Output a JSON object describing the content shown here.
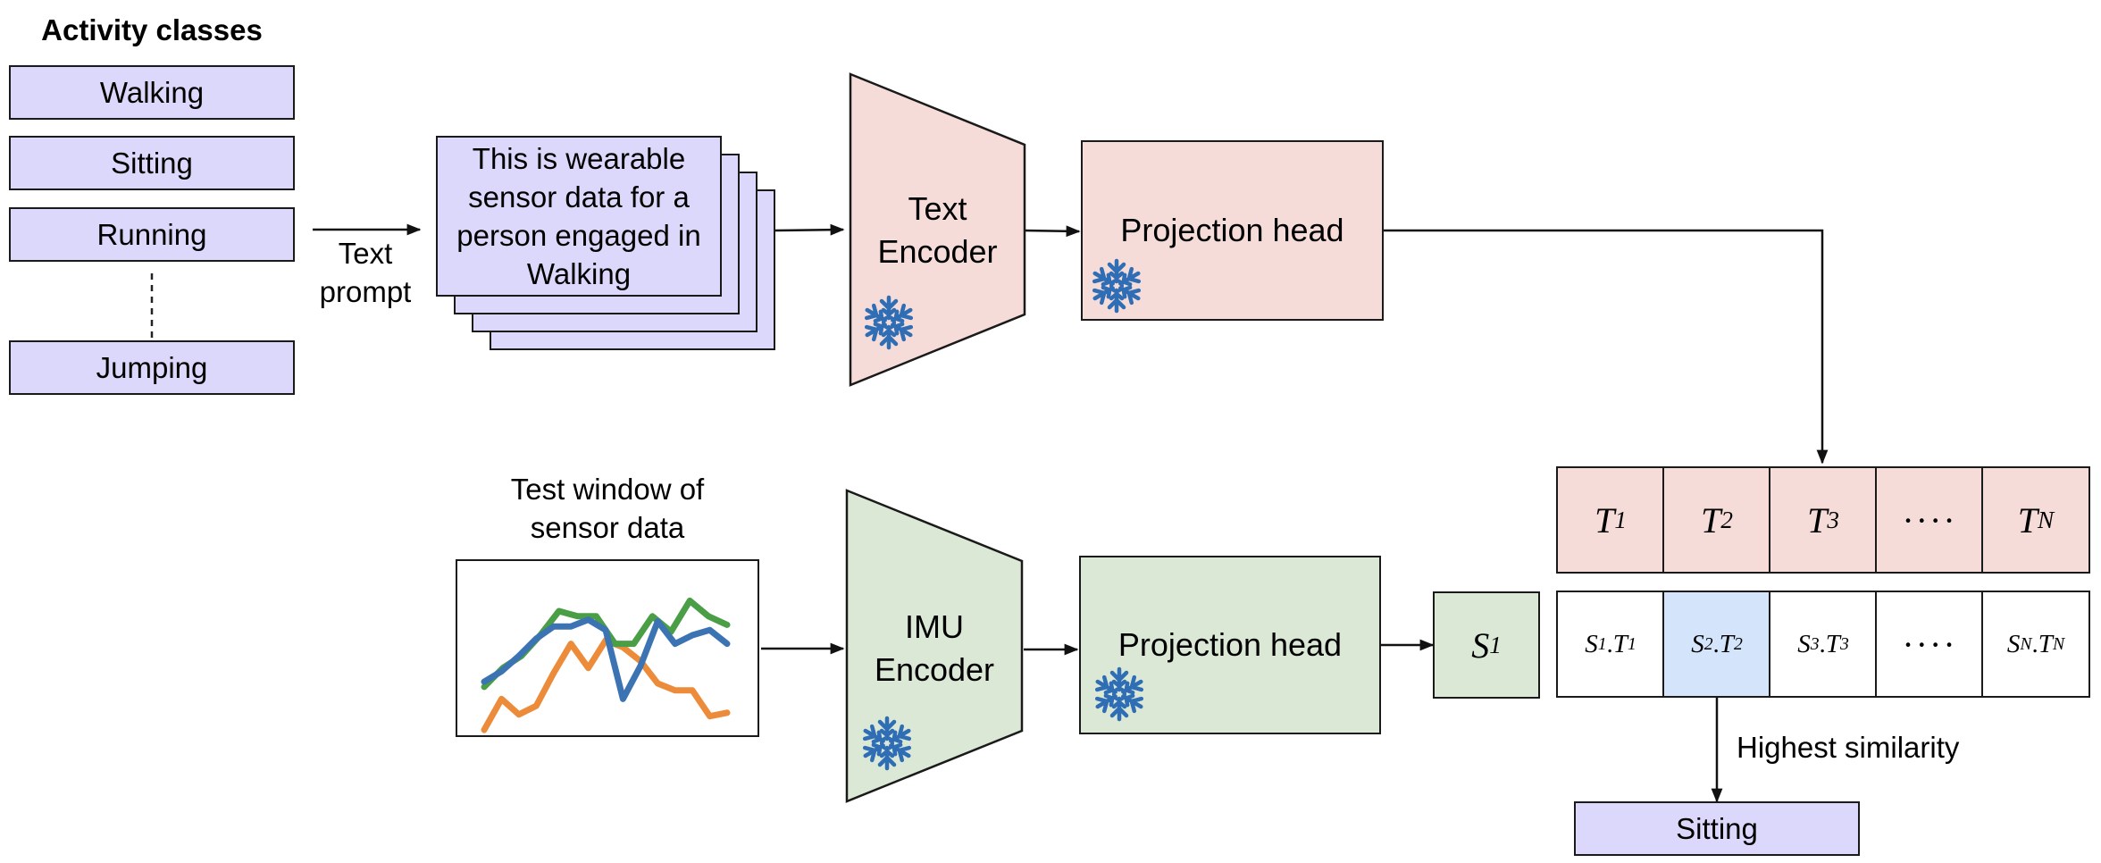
{
  "activity_classes": {
    "title": "Activity classes",
    "items": [
      "Walking",
      "Sitting",
      "Running",
      "Jumping"
    ]
  },
  "text_prompt_label": [
    "Text",
    "prompt"
  ],
  "prompt_card": [
    "This is wearable",
    "sensor data for a",
    "person engaged in",
    "Walking"
  ],
  "text_encoder": [
    "Text",
    "Encoder"
  ],
  "text_projection": "Projection head",
  "sensor_window_label": [
    "Test window of",
    "sensor data"
  ],
  "imu_encoder": [
    "IMU",
    "Encoder"
  ],
  "imu_projection": "Projection head",
  "sensor_embedding": {
    "symbol": "S",
    "index": "1"
  },
  "text_embeddings": [
    {
      "symbol": "T",
      "index": "1"
    },
    {
      "symbol": "T",
      "index": "2"
    },
    {
      "symbol": "T",
      "index": "3"
    },
    {
      "ellipsis": "····"
    },
    {
      "symbol": "T",
      "index": "N"
    }
  ],
  "similarity_row": [
    {
      "a": "S",
      "ai": "1",
      "b": "T",
      "bi": "1"
    },
    {
      "a": "S",
      "ai": "2",
      "b": "T",
      "bi": "2",
      "highlight": true
    },
    {
      "a": "S",
      "ai": "3",
      "b": "T",
      "bi": "3"
    },
    {
      "ellipsis": "····"
    },
    {
      "a": "S",
      "ai": "N",
      "b": "T",
      "bi": "N"
    }
  ],
  "highest_similarity_label": "Highest similarity",
  "prediction": "Sitting",
  "colors": {
    "class_box": "#dcd8fb",
    "text_branch": "#f5dcd9",
    "imu_branch": "#dbe8d6",
    "highlight_cell": "#d3e4fb",
    "frozen_icon": "#2f6db5",
    "signal_green": "#4a9e45",
    "signal_blue": "#3b73b3",
    "signal_orange": "#ec8b3a"
  },
  "icons": [
    "snowflake-icon"
  ],
  "sensor_signals": {
    "green": [
      0.73,
      0.62,
      0.55,
      0.43,
      0.29,
      0.32,
      0.32,
      0.48,
      0.48,
      0.32,
      0.41,
      0.23,
      0.32,
      0.37
    ],
    "blue": [
      0.7,
      0.64,
      0.55,
      0.45,
      0.38,
      0.38,
      0.34,
      0.4,
      0.8,
      0.61,
      0.35,
      0.48,
      0.43,
      0.4,
      0.48
    ],
    "orange": [
      0.98,
      0.8,
      0.89,
      0.84,
      0.65,
      0.48,
      0.62,
      0.46,
      0.5,
      0.58,
      0.71,
      0.75,
      0.75,
      0.9,
      0.88
    ]
  }
}
